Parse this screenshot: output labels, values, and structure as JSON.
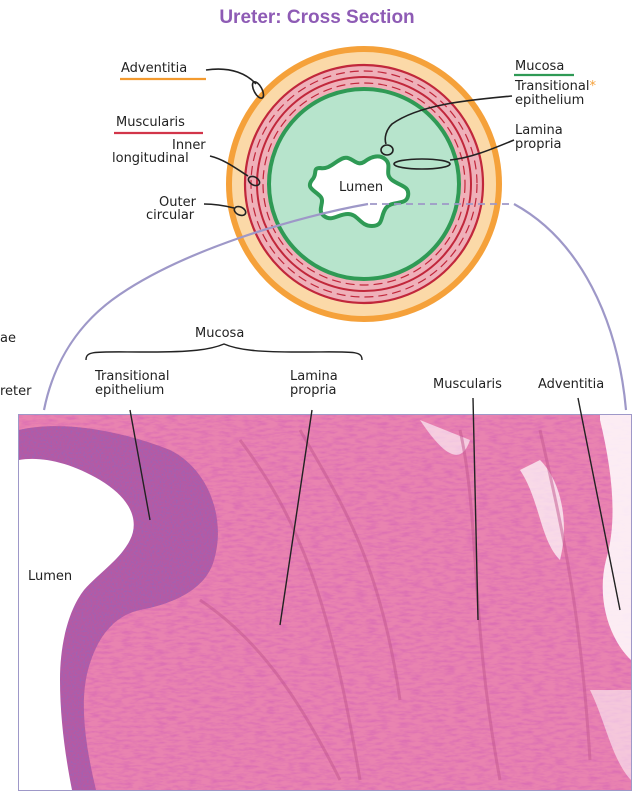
{
  "title": "Ureter: Cross Section",
  "labels": {
    "adventitia": "Adventitia",
    "muscularis": "Muscularis",
    "inner": [
      "Inner",
      "longitudinal"
    ],
    "outer": [
      "Outer",
      "circular"
    ],
    "mucosa": "Mucosa",
    "transitional": [
      "Transitional",
      "epithelium"
    ],
    "transitional_mark": "*",
    "lamina": [
      "Lamina",
      "propria"
    ],
    "lumen": "Lumen"
  },
  "micro_labels": {
    "mucosa": "Mucosa",
    "transitional": [
      "Transitional",
      "epithelium"
    ],
    "lamina": [
      "Lamina",
      "propria"
    ],
    "muscularis": "Muscularis",
    "adventitia": "Adventitia",
    "lumen": "Lumen"
  },
  "cutoff_text": [
    "ae",
    "reter"
  ],
  "colors": {
    "title": "#8e5bb5",
    "adventitia_ring": "#f5a13a",
    "adventitia_fill": "#fbd9a8",
    "muscularis_ring": "#e8a0ab",
    "muscularis_line": "#c1273b",
    "mucosa_fill": "#b7e4cc",
    "mucosa_line": "#2f9a55",
    "underline_adventitia": "#f39a2e",
    "underline_muscularis": "#d2354a",
    "underline_mucosa": "#2f9a55",
    "connector": "#9e98c8",
    "tissue_pink": "#e983b0",
    "epithelium_purple": "#9a4c9e"
  }
}
